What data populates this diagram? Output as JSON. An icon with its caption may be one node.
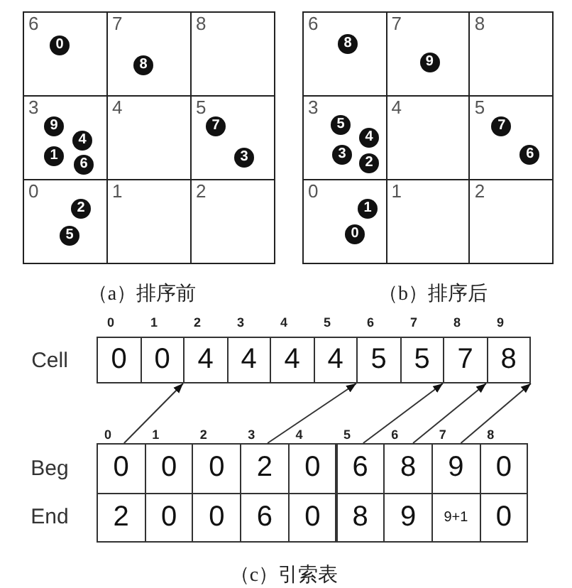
{
  "diagram": {
    "nodes": [
      {
        "text": [
          "6"
        ]
      },
      {
        "text": [
          "0"
        ],
        "in": 0
      },
      {
        "text": [
          "7"
        ]
      },
      {
        "text": [
          "8"
        ],
        "in": 2
      },
      {
        "text": [
          "8"
        ]
      },
      {
        "text": [
          "3"
        ]
      },
      {
        "text": [
          "9"
        ],
        "in": 5
      },
      {
        "text": [
          "4"
        ],
        "in": 5
      },
      {
        "text": [
          "1"
        ],
        "in": 5
      },
      {
        "text": [
          "6"
        ],
        "in": 5
      },
      {
        "text": [
          "4"
        ]
      },
      {
        "text": [
          "5"
        ]
      },
      {
        "text": [
          "7"
        ],
        "in": 11
      },
      {
        "text": [
          "3"
        ],
        "in": 11
      },
      {
        "text": [
          "0"
        ]
      },
      {
        "text": [
          "2"
        ],
        "in": 14
      },
      {
        "text": [
          "5"
        ],
        "in": 14
      },
      {
        "text": [
          "1"
        ]
      },
      {
        "text": [
          "2"
        ]
      },
      {
        "text": [
          "6"
        ]
      },
      {
        "text": [
          "8"
        ],
        "in": 19
      },
      {
        "text": [
          "7"
        ]
      },
      {
        "text": [
          "9"
        ],
        "in": 21
      },
      {
        "text": [
          "8"
        ]
      },
      {
        "text": [
          "3"
        ]
      },
      {
        "text": [
          "5"
        ],
        "in": 24
      },
      {
        "text": [
          "4"
        ],
        "in": 24
      },
      {
        "text": [
          "3"
        ],
        "in": 24
      },
      {
        "text": [
          "2"
        ],
        "in": 24
      },
      {
        "text": [
          "4"
        ]
      },
      {
        "text": [
          "5"
        ]
      },
      {
        "text": [
          "7"
        ],
        "in": 30
      },
      {
        "text": [
          "6"
        ],
        "in": 30
      },
      {
        "text": [
          "0"
        ]
      },
      {
        "text": [
          "1"
        ],
        "in": 33
      },
      {
        "text": [
          "0"
        ],
        "in": 33
      },
      {
        "text": [
          "1"
        ]
      },
      {
        "text": [
          "2"
        ]
      },
      {
        "text": [
          "0"
        ]
      },
      {
        "text": [
          "0"
        ]
      },
      {
        "text": [
          "4"
        ]
      },
      {
        "text": [
          "4"
        ]
      },
      {
        "text": [
          "4"
        ]
      },
      {
        "text": [
          "4"
        ]
      },
      {
        "text": [
          "5"
        ]
      },
      {
        "text": [
          "5"
        ]
      },
      {
        "text": [
          "7"
        ]
      },
      {
        "text": [
          "8"
        ]
      },
      {
        "text": [
          "0"
        ]
      },
      {
        "text": [
          "0"
        ]
      },
      {
        "text": [
          "0"
        ]
      },
      {
        "text": [
          "2"
        ]
      },
      {
        "text": [
          "0"
        ]
      },
      {
        "text": [
          "6"
        ]
      },
      {
        "text": [
          "8"
        ]
      },
      {
        "text": [
          "9"
        ]
      },
      {
        "text": [
          "0"
        ]
      },
      {
        "text": [
          "2"
        ]
      },
      {
        "text": [
          "0"
        ]
      },
      {
        "text": [
          "0"
        ]
      },
      {
        "text": [
          "6"
        ]
      },
      {
        "text": [
          "0"
        ]
      },
      {
        "text": [
          "8"
        ]
      },
      {
        "text": [
          "9"
        ]
      },
      {
        "text": [
          "9+1"
        ]
      },
      {
        "text": [
          "0"
        ]
      }
    ],
    "edges": [
      {
        "from": 48,
        "to": 40,
        "arrow": "to"
      },
      {
        "from": 51,
        "to": 44,
        "arrow": "to"
      },
      {
        "from": 53,
        "to": 46,
        "arrow": "to"
      },
      {
        "from": 54,
        "to": 47,
        "arrow": "to"
      },
      {
        "from": 55,
        "to": 47,
        "arrow": "to"
      }
    ],
    "labels": [
      "（a）排序前",
      "（b）排序后",
      "0",
      "1",
      "2",
      "3",
      "4",
      "5",
      "6",
      "7",
      "8",
      "9",
      "Cell",
      "0",
      "1",
      "2",
      "3",
      "4",
      "5",
      "6",
      "7",
      "8",
      "Beg",
      "End",
      "（c）引索表"
    ]
  }
}
